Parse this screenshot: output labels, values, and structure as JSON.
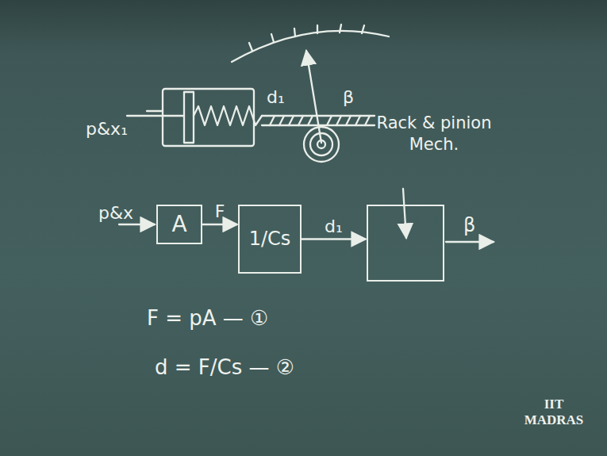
{
  "diagram": {
    "nodes": [
      {
        "text": [
          "A"
        ]
      },
      {
        "text": [
          "1/Cs"
        ]
      },
      {
        "text": [
          "Rack & pinion Mech."
        ]
      }
    ],
    "edges": [
      {
        "from": 0,
        "to": 1,
        "arrow": "to",
        "label": "F"
      },
      {
        "from": 1,
        "to": 2,
        "arrow": "to",
        "label": "d₁"
      }
    ],
    "labels": [
      "p&x₁",
      "d₁",
      "β",
      "p&x",
      "β",
      "F = pA — ①",
      "d = F/Cs — ②",
      "IIT MADRAS"
    ]
  }
}
